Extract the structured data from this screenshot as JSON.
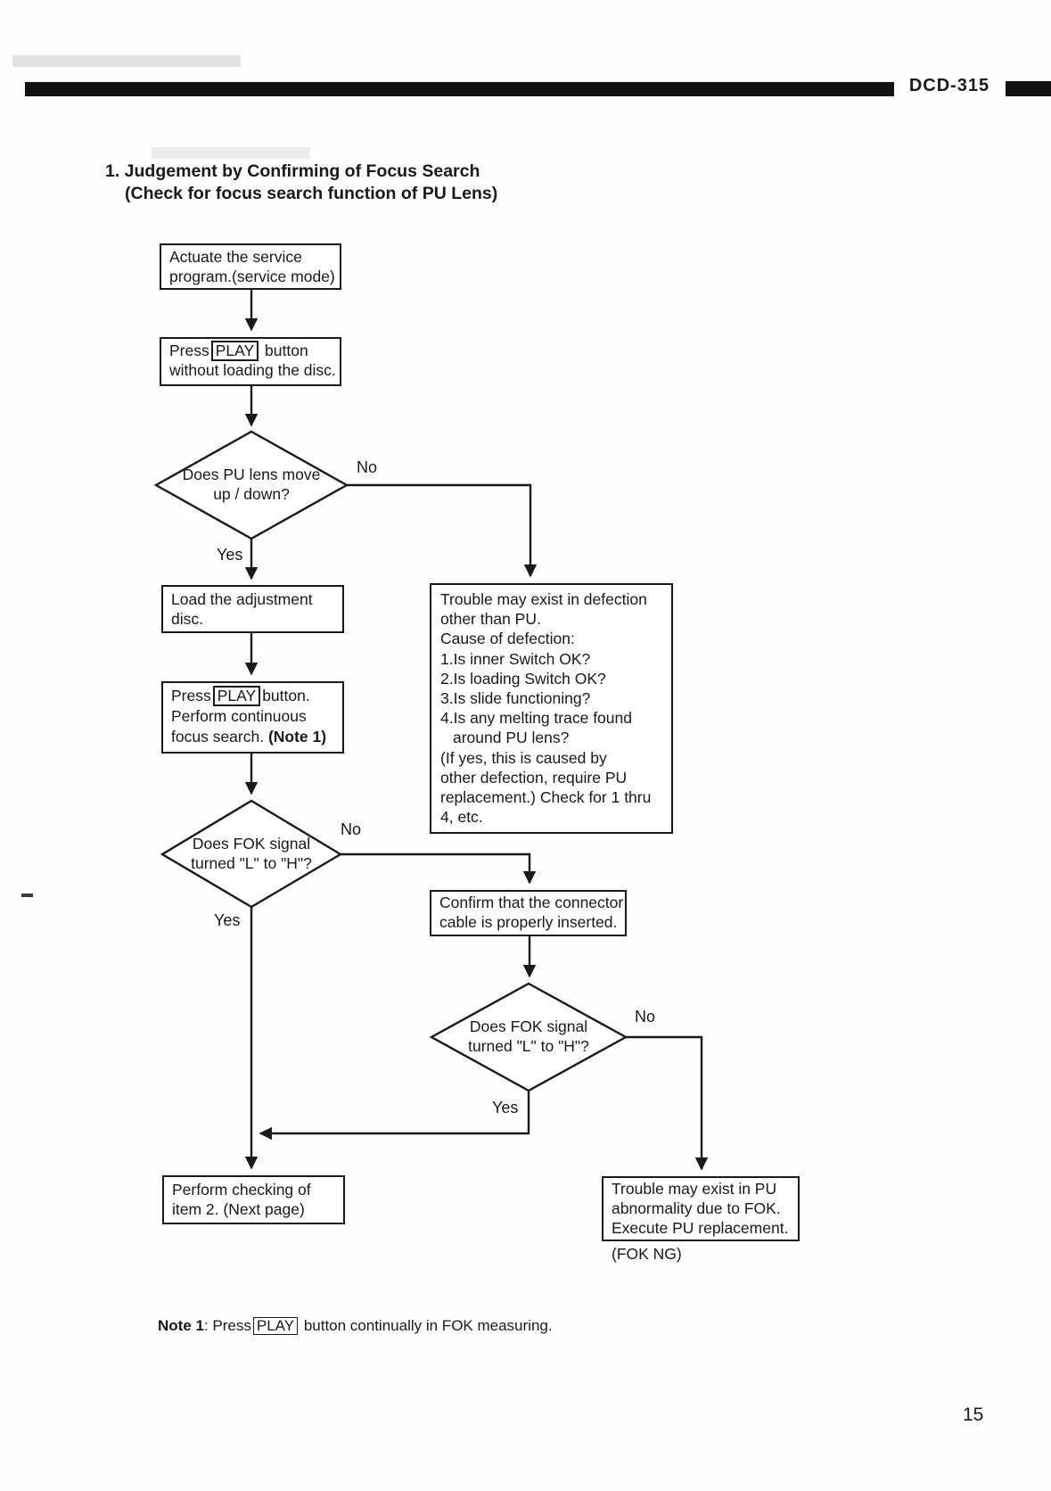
{
  "header": {
    "model": "DCD-315"
  },
  "title": {
    "line1": "1. Judgement by Confirming of Focus Search",
    "line2": "(Check for focus search function of PU Lens)"
  },
  "flow": {
    "box_actuate": {
      "l1": "Actuate the service",
      "l2": "program.(service mode)"
    },
    "box_press_play": {
      "l1_pre": "Press",
      "l1_key": "PLAY",
      "l1_post": " button",
      "l2": "without loading the disc."
    },
    "diamond_pu_lens": {
      "l1": "Does PU lens move",
      "l2": "up / down?"
    },
    "box_load": {
      "l1": "Load the adjustment",
      "l2": "disc."
    },
    "box_press_play2": {
      "l1_pre": "Press",
      "l1_key": "PLAY",
      "l1_post": "button.",
      "l2": "Perform continuous",
      "l3_pre": "focus search. ",
      "l3_bold": "(Note 1)"
    },
    "box_trouble_defection": {
      "lines": [
        "Trouble may exist in defection",
        "other than PU.",
        "Cause of defection:",
        "1.Is inner Switch OK?",
        "2.Is loading Switch OK?",
        "3.Is slide functioning?",
        "4.Is any melting trace found",
        "around PU lens?",
        "(If yes, this is caused by",
        "other defection, require PU",
        "replacement.) Check for 1 thru",
        "4, etc."
      ]
    },
    "diamond_fok1": {
      "l1": "Does FOK signal",
      "l2": "turned \"L\" to \"H\"?"
    },
    "box_confirm": {
      "l1": "Confirm that the connector",
      "l2": "cable is properly inserted."
    },
    "diamond_fok2": {
      "l1": "Does FOK signal",
      "l2": "turned \"L\" to \"H\"?"
    },
    "box_perform": {
      "l1": "Perform checking of",
      "l2": "item 2. (Next page)"
    },
    "box_trouble_pu": {
      "l1": "Trouble may exist in PU",
      "l2": "abnormality due to FOK.",
      "l3": "Execute PU replacement."
    },
    "labels": {
      "no1": "No",
      "yes1": "Yes",
      "no2": "No",
      "yes2": "Yes",
      "no3": "No",
      "yes3": "Yes",
      "fok_ng": "(FOK NG)"
    }
  },
  "note": {
    "bold": "Note 1",
    "mid": ": Press",
    "key": "PLAY",
    "post": " button continually in FOK measuring."
  },
  "page_number": "15",
  "colors": {
    "ink": "#191919",
    "paper": "#fefefe",
    "header_bar": "#121212"
  }
}
